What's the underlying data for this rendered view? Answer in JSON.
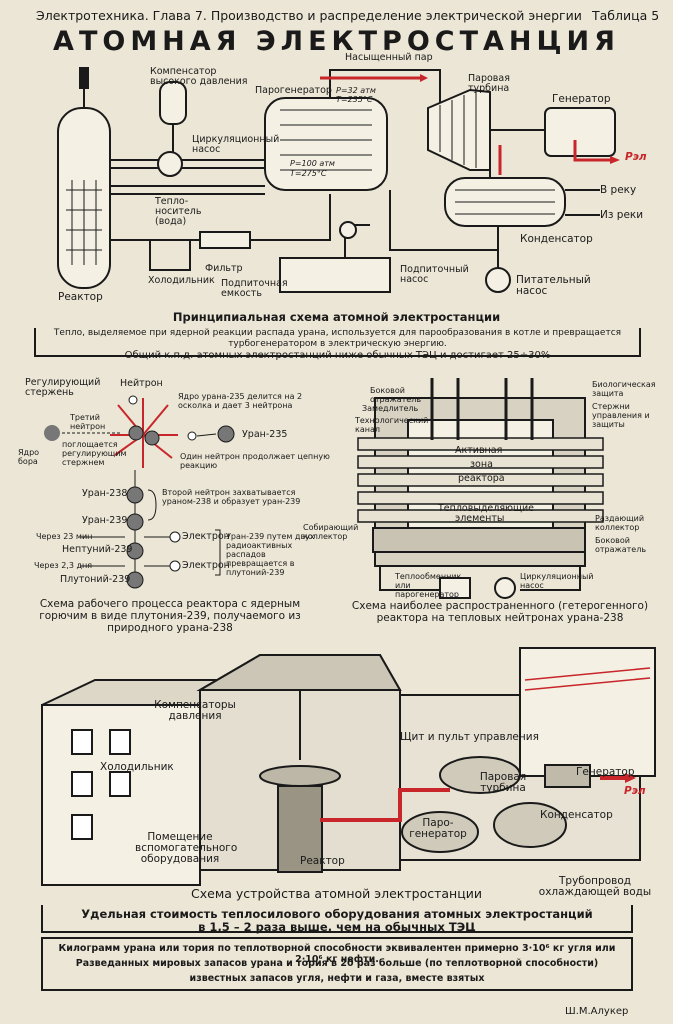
{
  "header": {
    "left": "Электротехника. Глава 7. Производство и распределение электрической энергии",
    "right": "Таблица 5",
    "title": "АТОМНАЯ ЭЛЕКТРОСТАНЦИЯ"
  },
  "schematic": {
    "labels": {
      "compensator": "Компенсатор высокого давления",
      "steam_gen": "Парогенератор",
      "saturated_steam": "Насыщенный пар",
      "steam_turbine": "Паровая турбина",
      "generator": "Генератор",
      "pump": "Циркуляционный насос",
      "coolant": "Тепло-носитель (вода)",
      "to_river": "В реку",
      "from_river": "Из реки",
      "condenser": "Конденсатор",
      "filter": "Фильтр",
      "cooler": "Холодильник",
      "makeup_tank": "Подпиточная емкость",
      "makeup_pump": "Подпиточный насос",
      "feed_pump": "Питательный насос",
      "reactor": "Реактор",
      "pel": "Рэл",
      "p_steam": "P=32 атм",
      "t_steam": "T=235°C",
      "p_water": "P=100 атм",
      "t_water": "T=275°C"
    },
    "caption": "Принципиальная схема атомной электростанции",
    "text1": "Тепло, выделяемое при ядерной реакции распада урана, используется для парообразования в котле и превращается турбогенератором в электрическую энергию.",
    "text2": "Общий к.п.д. атомных электростанций ниже обычных ТЭЦ и достигает 25÷30%"
  },
  "process": {
    "labels": {
      "control_rod": "Регулирующий стержень",
      "neutron": "Нейтрон",
      "u235_splits": "Ядро урана-235 делится на 2 осколка и дает 3 нейтрона",
      "third_neutron": "Третий нейтрон",
      "absorbed": "поглощается регулирующим стержнем",
      "boron": "Ядро бора",
      "u235": "Уран-235",
      "one_neutron": "Один нейтрон продолжает цепную реакцию",
      "u238": "Уран-238",
      "second_neutron": "Второй нейтрон захватывается ураном-238 и образует уран-239",
      "u239": "Уран-239",
      "electron1": "Электрон",
      "electron2": "Электрон",
      "neptunium": "Нептуний-239",
      "plutonium": "Плутоний-239",
      "t23": "Через 23 мин",
      "t23d": "Через 2,3 дня",
      "u239_decay": "Уран-239 путем двух радиоактивных распадов превращается в плутоний-239"
    },
    "caption": "Схема рабочего процесса реактора с ядерным горючим в виде плутония-239, получаемого из природного урана-238"
  },
  "reactor": {
    "labels": {
      "side_reflector": "Боковой отражатель",
      "moderator": "Замедлитель",
      "tech_channel": "Технологический канал",
      "bio_shield": "Биологическая защита",
      "rods": "Стержни управления и защиты",
      "active_zone1": "Активная",
      "active_zone2": "зона",
      "reactor_word": "реактора",
      "fuel1": "Тепловыделяющие",
      "fuel2": "элементы",
      "collect": "Собирающий коллектор",
      "distrib": "Раздающий коллектор",
      "side_reflector2": "Боковой отражатель",
      "heat_exch": "Теплообменник или парогенератор",
      "circ_pump": "Циркуляционный насос"
    },
    "caption": "Схема наиболее распространенного (гетерогенного) реактора на тепловых нейтронах урана-238"
  },
  "plant": {
    "labels": {
      "compensators": "Компенсаторы давления",
      "cooler": "Холодильник",
      "aux_room": "Помещение вспомогательного оборудования",
      "reactor": "Реактор",
      "control": "Щит и пульт управления",
      "steam_turbine": "Паровая турбина",
      "generator": "Генератор",
      "steam_gen": "Паро-генератор",
      "condenser": "Конденсатор",
      "pipeline": "Трубопровод охлаждающей воды",
      "pel": "Рэл"
    },
    "caption": "Схема устройства атомной электростанции"
  },
  "footer": {
    "box1_line1": "Удельная стоимость теплосилового оборудования атомных электростанций",
    "box1_line2": "в 1,5 – 2 раза выше, чем на обычных ТЭЦ",
    "box2_line1": "Килограмм урана или тория по теплотворной способности эквивалентен примерно 3·10⁶ кг угля или 2·10⁶ кг нефти.",
    "box2_line2": "Разведанных мировых запасов урана и тория в 20 раз больше (по теплотворной способности)",
    "box2_line3": "известных запасов угля, нефти и газа, вместе взятых",
    "author": "Ш.М.Алукер"
  },
  "colors": {
    "accent": "#c8262a",
    "ink": "#1a1a1a",
    "paper": "#ece6d6"
  }
}
